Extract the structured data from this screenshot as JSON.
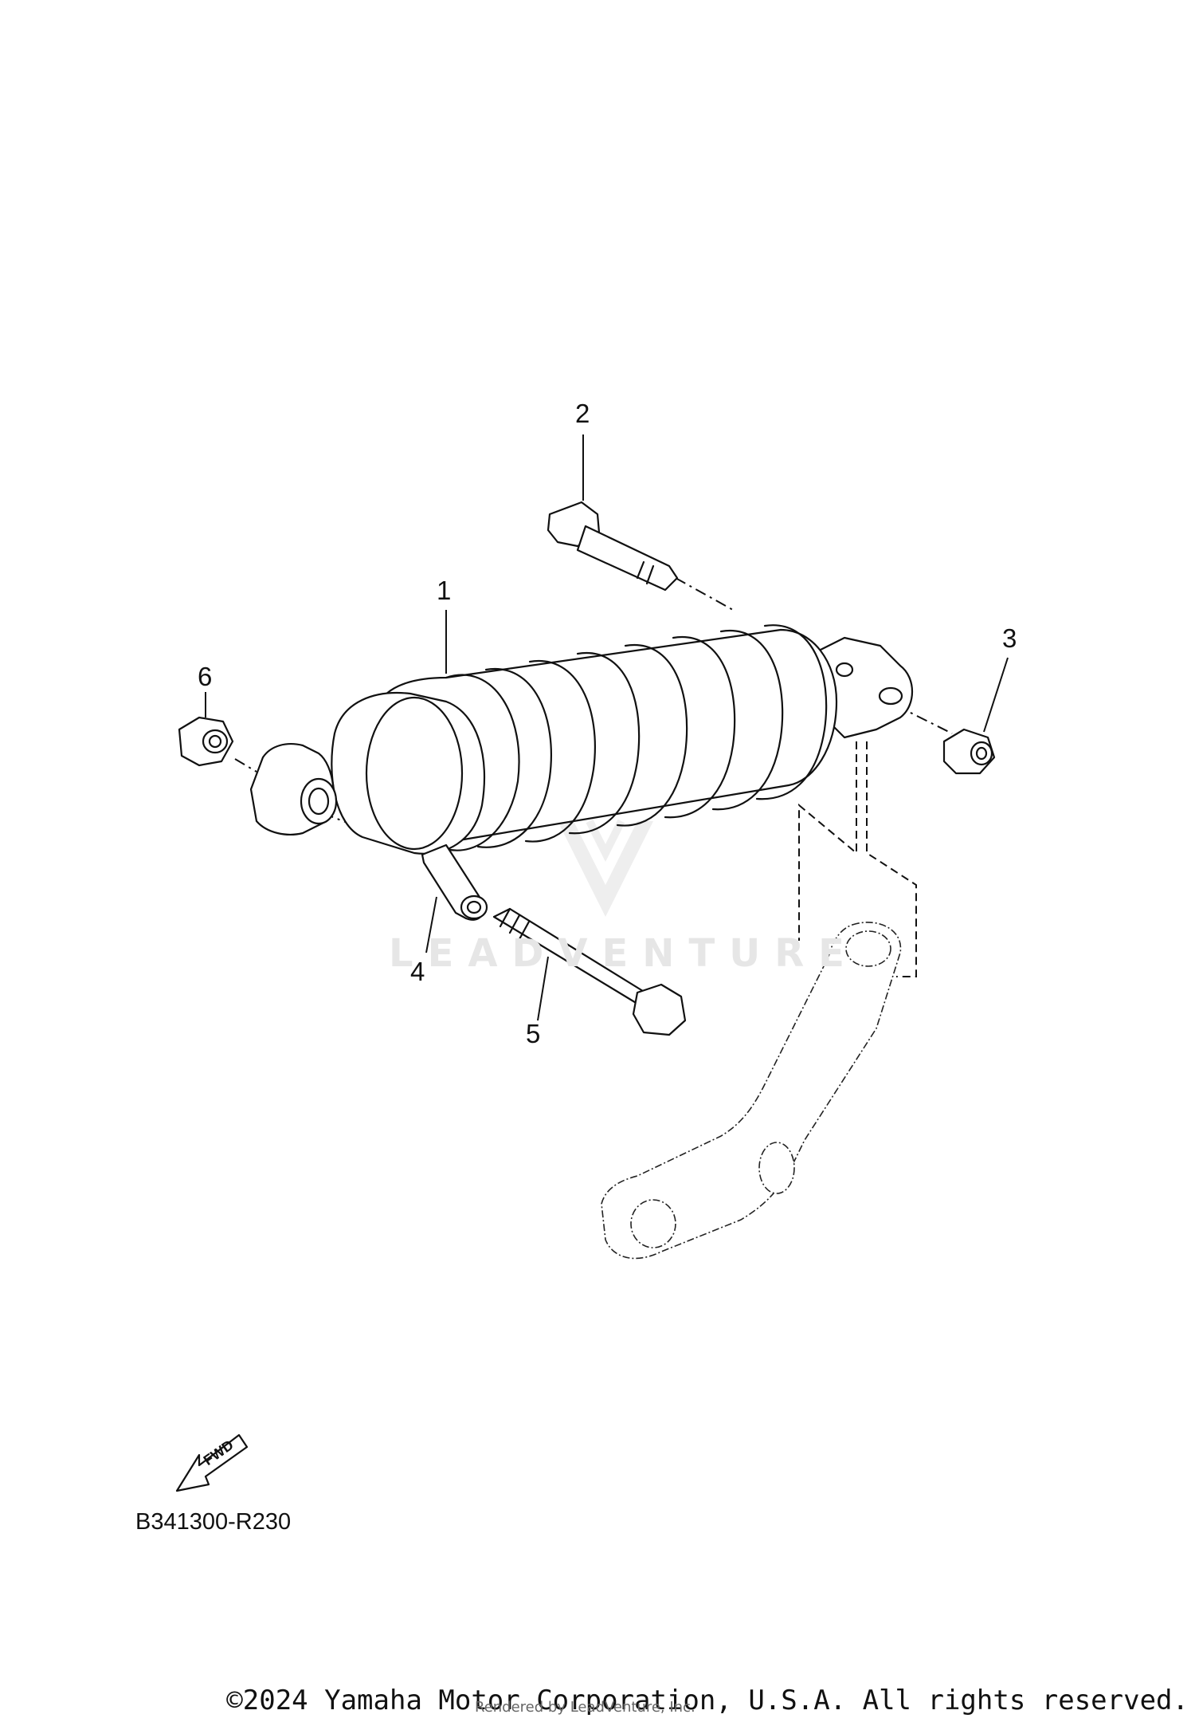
{
  "callouts": [
    {
      "id": "1",
      "label": "1"
    },
    {
      "id": "2",
      "label": "2"
    },
    {
      "id": "3",
      "label": "3"
    },
    {
      "id": "4",
      "label": "4"
    },
    {
      "id": "5",
      "label": "5"
    },
    {
      "id": "6",
      "label": "6"
    }
  ],
  "fwd_label": "FWD",
  "diagram_code": "B341300-R230",
  "copyright": "©2024 Yamaha Motor Corporation, U.S.A. All rights reserved.",
  "rendered_by": "Rendered by LeadVenture, Inc.",
  "watermark": "LEADVENTURE"
}
